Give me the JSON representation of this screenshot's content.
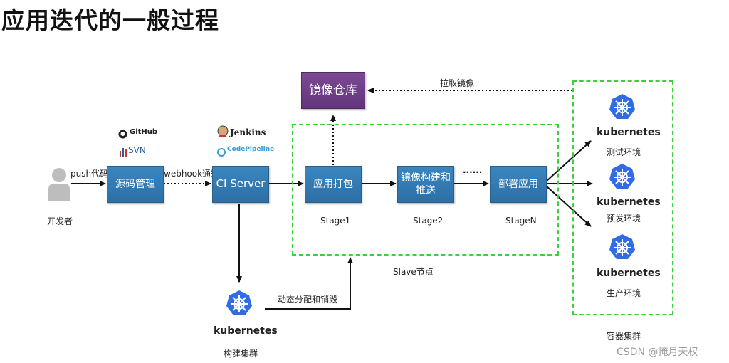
{
  "page_title": "应用迭代的一般过程",
  "developer": {
    "label": "开发者",
    "arrow_label": "push代码"
  },
  "source_mgmt": {
    "label": "源码管理",
    "logos": [
      "GitHub",
      "SVN"
    ]
  },
  "webhook_label": "webhook通知",
  "ci_server": {
    "label": "CI Server",
    "logos": [
      "Jenkins",
      "CodePipeline"
    ]
  },
  "registry": {
    "label": "镜像仓库",
    "pull_label": "拉取镜像"
  },
  "stages": [
    {
      "box": "应用打包",
      "caption": "Stage1"
    },
    {
      "box": "镜像构建和\n推送",
      "caption": "Stage2"
    },
    {
      "box": "部署应用",
      "caption": "StageN"
    }
  ],
  "stage_ellipsis": "······",
  "slave_label": "Slave节点",
  "build_cluster": {
    "logo_text": "kubernetes",
    "label": "构建集群",
    "arrow_label": "动态分配和销毁"
  },
  "environments": [
    {
      "logo_text": "kubernetes",
      "label": "测试环境"
    },
    {
      "logo_text": "kubernetes",
      "label": "预发环境"
    },
    {
      "logo_text": "kubernetes",
      "label": "生产环境"
    }
  ],
  "container_cluster_label": "容器集群",
  "watermark": "CSDN @掩月天权",
  "colors": {
    "box": "#2f75ad",
    "registry": "#6b3d85",
    "zone": "#3ccf3c",
    "k8s": "#326ce5"
  }
}
